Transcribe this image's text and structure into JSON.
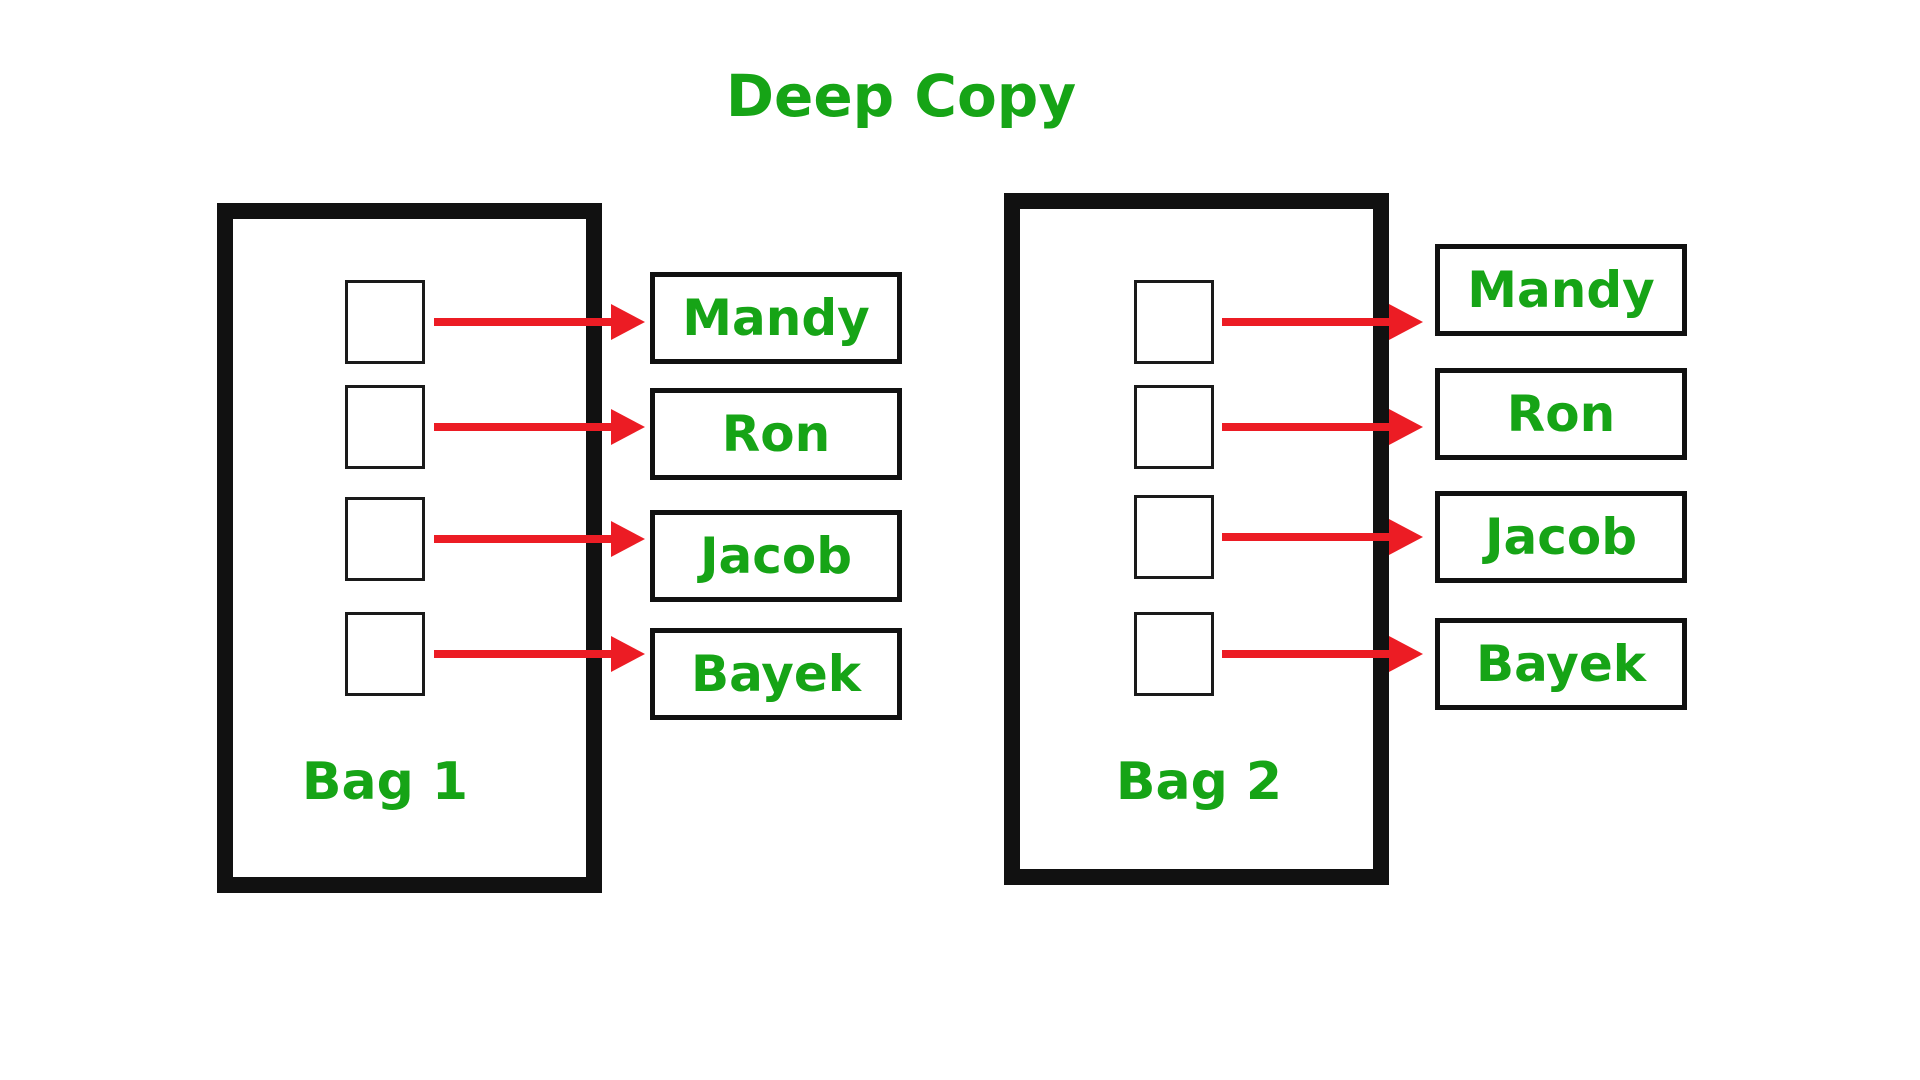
{
  "title": "Deep Copy",
  "colors": {
    "green": "#16A416",
    "red": "#EC1C24",
    "outline": "#111111"
  },
  "bags": [
    {
      "label": "Bag 1",
      "items": [
        "Mandy",
        "Ron",
        "Jacob",
        "Bayek"
      ]
    },
    {
      "label": "Bag 2",
      "items": [
        "Mandy",
        "Ron",
        "Jacob",
        "Bayek"
      ]
    }
  ]
}
